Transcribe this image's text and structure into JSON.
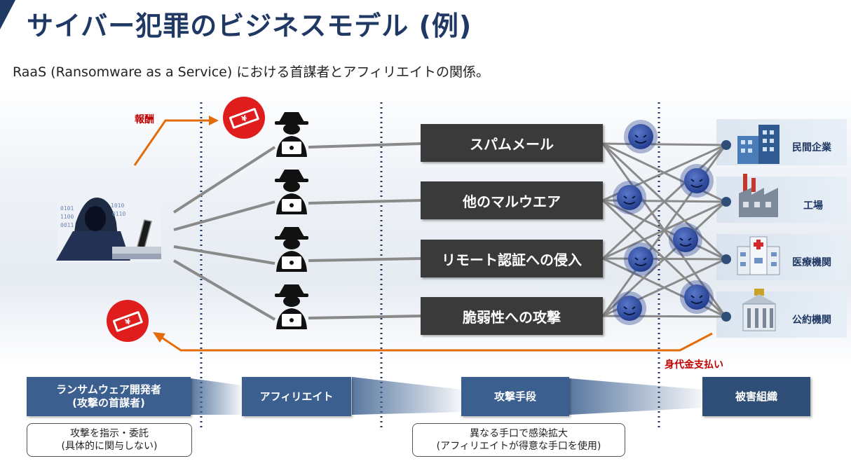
{
  "header": {
    "title": "サイバー犯罪のビジネスモデル (例)",
    "subtitle": "RaaS (Ransomware as a Service) における首謀者とアフィリエイトの関係。"
  },
  "diagram": {
    "reward_label": "報酬",
    "ransom_label": "身代金支払い",
    "methods": [
      "スパムメール",
      "他のマルウエア",
      "リモート認証への侵入",
      "脆弱性への攻撃"
    ],
    "targets": [
      "民間企業",
      "工場",
      "医療機関",
      "公約機関"
    ],
    "stages": {
      "developer_line1": "ランサムウェア開発者",
      "developer_line2": "(攻撃の首謀者)",
      "affiliate": "アフィリエイト",
      "attack_method": "攻撃手段",
      "victim": "被害組織"
    },
    "notes": {
      "left_line1": "攻撃を指示・委託",
      "left_line2": "(具体的に関与しない)",
      "mid_line1": "異なる手口で感染拡大",
      "mid_line2": "(アフィリエイトが得意な手口を使用)"
    },
    "icons": {
      "hacker": "hooded-hacker-icon",
      "affiliate": "spy-with-laptop-icon",
      "money": "money-bundle-icon",
      "virus": "virus-icon",
      "company": "office-building-icon",
      "factory": "factory-icon",
      "hospital": "hospital-icon",
      "government": "government-building-icon"
    },
    "colors": {
      "title": "#1f3864",
      "accent_orange": "#e36c09",
      "ransom_red": "#c00000",
      "stage_blue": "#3b5f8f",
      "method_box": "#3a3a3a",
      "virus": "#1f3a8a"
    }
  }
}
